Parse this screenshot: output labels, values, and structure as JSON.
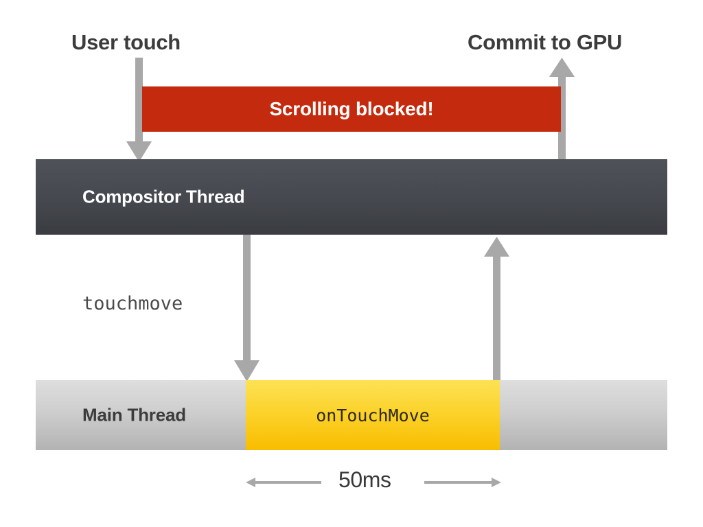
{
  "diagram": {
    "title_labels": {
      "user_touch": "User touch",
      "commit_to_gpu": "Commit to GPU"
    },
    "blocked_bar": {
      "label": "Scrolling blocked!",
      "color": "#c42a0d",
      "text_color": "#ffffff"
    },
    "lanes": [
      {
        "id": "compositor",
        "label": "Compositor Thread",
        "color_top": "#4f5259",
        "color_bottom": "#3a3c41",
        "text_color": "#ffffff"
      },
      {
        "id": "main",
        "label": "Main Thread",
        "color_top": "#dedede",
        "color_bottom": "#b3b3b3",
        "text_color": "#3c3c3c"
      }
    ],
    "task_block": {
      "label": "onTouchMove",
      "color_top": "#fde155",
      "color_bottom": "#f8bd00",
      "text_color": "#2e2a1c"
    },
    "event_label": "touchmove",
    "measure": {
      "label": "50ms"
    },
    "arrow_color": "#a8a8a8"
  }
}
